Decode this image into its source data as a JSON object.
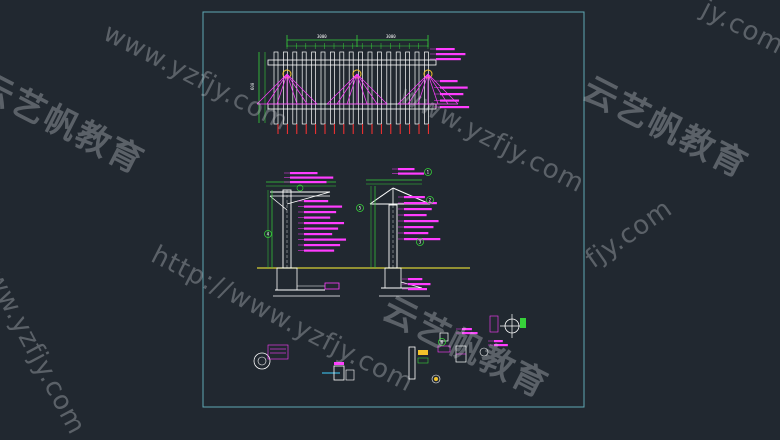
{
  "drawing": {
    "colors": {
      "background": "#212830",
      "frame": "#5fa8b4",
      "structure": "#ffffff",
      "dimension": "#37d13a",
      "annotation": "#ff3dff",
      "ground": "#d8d035",
      "accent": "#f2c32b",
      "cyan": "#40d0ff"
    },
    "plan_dims": [
      "3000",
      "3000"
    ],
    "plan_side_dim": "600",
    "circle_marks": [
      "1",
      "2",
      "3",
      "4",
      "5",
      "6"
    ]
  },
  "watermarks": {
    "brand_cn": "云艺帆教育",
    "url": "http://www.yzfjy.com",
    "url_short": "www.yzfjy.com",
    "url_tail": "jy.com",
    "url_partial": "fjy.com"
  }
}
